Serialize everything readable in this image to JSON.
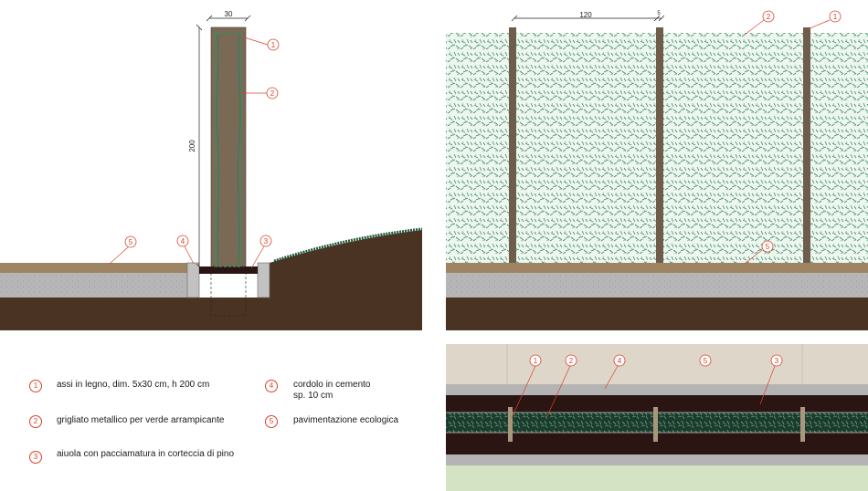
{
  "dimensions": {
    "post_width": "30",
    "post_height": "200",
    "post_spacing": "120",
    "post_thickness": "5"
  },
  "callout_numbers": [
    "1",
    "2",
    "3",
    "4",
    "5"
  ],
  "legend": [
    {
      "num": "1",
      "text": "assi in legno, dim. 5x30 cm, h 200 cm"
    },
    {
      "num": "2",
      "text": "grigliato metallico per verde arrampicante"
    },
    {
      "num": "3",
      "text": "aiuola con pacciamatura in corteccia di pino"
    },
    {
      "num": "4",
      "text": "cordolo in cemento",
      "text2": "sp. 10 cm"
    },
    {
      "num": "5",
      "text": "pavimentazione ecologica"
    }
  ],
  "colors": {
    "callout": "#d9422a",
    "wood": "#7a6a55",
    "soil": "#4a3322",
    "concrete": "#b4b4b4",
    "paving": "#9e8462",
    "plant": "#2f7f5f",
    "mulch": "#2a1512"
  }
}
